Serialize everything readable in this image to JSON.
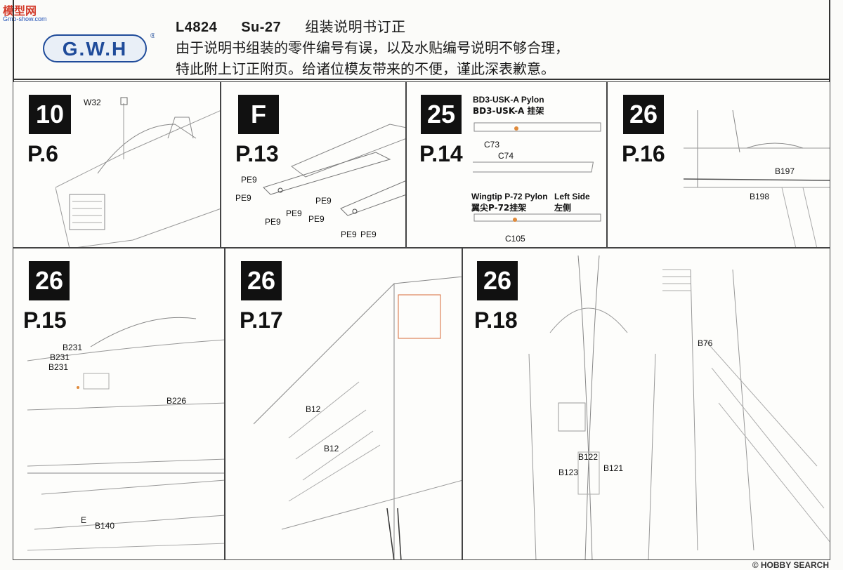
{
  "watermark": {
    "main": "模型网",
    "sub": "Gmo-show.com"
  },
  "header": {
    "logo_text": "G.W.H",
    "kit_number": "L4824",
    "model": "Su-27",
    "title": "组装说明书订正",
    "line2": "由于说明书组装的零件编号有误，以及水贴编号说明不够合理，",
    "line3": "特此附上订正附页。给诸位模友带来的不便，谨此深表歉意。"
  },
  "panels": [
    {
      "step": "10",
      "page": "P.6",
      "labels": [
        "W32"
      ]
    },
    {
      "step": "F",
      "page": "P.13",
      "labels": [
        "PE9",
        "PE9",
        "PE9",
        "PE9",
        "PE9",
        "PE9",
        "PE9",
        "PE9"
      ]
    },
    {
      "step": "25",
      "page": "P.14",
      "pylon1_en": "BD3-USK-A Pylon",
      "pylon1_cn": "BD3-USK-A 挂架",
      "wingtip_en": "Wingtip P-72 Pylon",
      "wingtip_cn": "翼尖P-72挂架",
      "side_en": "Left Side",
      "side_cn": "左侧",
      "labels": [
        "C73",
        "C74",
        "C105"
      ]
    },
    {
      "step": "26",
      "page": "P.16",
      "labels": [
        "B197",
        "B198"
      ]
    },
    {
      "step": "26",
      "page": "P.15",
      "labels": [
        "B231",
        "B231",
        "B231",
        "B226",
        "E",
        "B140"
      ]
    },
    {
      "step": "26",
      "page": "P.17",
      "labels": [
        "B12",
        "B12"
      ]
    },
    {
      "step": "26",
      "page": "P.18",
      "labels": [
        "B76",
        "B122",
        "B121",
        "B123"
      ]
    }
  ],
  "credit": "© HOBBY SEARCH",
  "colors": {
    "badge": "#111111",
    "ink": "#1b1b1b",
    "accent_red": "#d33a2a",
    "accent_orange": "#e08a3a"
  }
}
